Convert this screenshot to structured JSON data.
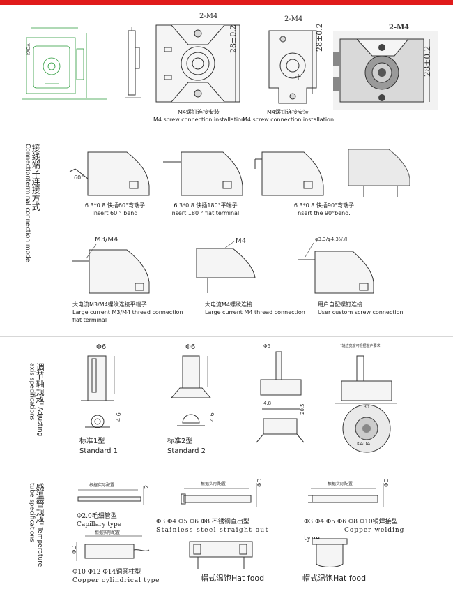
{
  "colors": {
    "top_bar": "#e01b1b",
    "drawing_lines": "#333333",
    "green_lines": "#2a9a3a"
  },
  "section1": {
    "label_2m4_a": "2-M4",
    "label_2m4_b": "2-M4",
    "label_2m4_c": "2-M4",
    "dim_a": "28±0.2",
    "dim_b": "28±0.2",
    "dim_c": "28±0.2",
    "brand": "KADA",
    "cap1_zh": "M4螺钉连接安装",
    "cap1_en": "M4 screw connection installation",
    "cap2_zh": "M4螺钉连接安装",
    "cap2_en": "M4 screw connection installation"
  },
  "section2": {
    "title_zh": "接线端子连接方式",
    "title_en": "Connectionterminal connection mode",
    "angle": "60°",
    "m3m4": "M3/M4",
    "m4": "M4",
    "hole": "φ3.3/φ4.3光孔",
    "items": [
      {
        "zh": "6.3*0.8 快插60°弯端子",
        "en": "Insert 60 ° bend"
      },
      {
        "zh": "6.3*0.8 快插180°平端子",
        "en": "Insert 180 ° flat terminal."
      },
      {
        "zh": "6.3*0.8 快插90°弯端子",
        "en": "nsert the 90°bend."
      },
      {
        "zh": "大电流M3/M4螺纹连接平端子",
        "en": "Large current M3/M4 thread connection flat terminal"
      },
      {
        "zh": "大电流M4螺纹连接",
        "en": "Large current M4 thread connection"
      },
      {
        "zh": "用户自配螺钉连接",
        "en": "User custom screw connection"
      }
    ]
  },
  "section3": {
    "title_zh": "调节轴规格",
    "title_en": "Adjusting axis specifications",
    "phi6_a": "Φ6",
    "phi6_b": "Φ6",
    "dim_46a": "4.6",
    "dim_46b": "4.6",
    "phi6_c": "Φ6",
    "dim_48": "4.8",
    "dim_205": "20.5",
    "dim_30": "30",
    "brand": "KADA",
    "note": "*轴边宽度可根据客户要求",
    "std1_zh": "标准1型",
    "std1_en": "Standard  1",
    "std2_zh": "标准2型",
    "std2_en": "Standard  2"
  },
  "section4": {
    "title_zh": "感温管规格",
    "title_en": "Temperature tube specifications",
    "len_label": "根据实际配置",
    "phi_d": "ΦD",
    "dim_2": "2",
    "cap_zh": "Φ2.0毛细管型",
    "cap_en": "Capillary type",
    "ss_zh": "Φ3 Φ4 Φ5 Φ6 Φ8 不锈钢直出型",
    "ss_en": "Stainless steel straight out",
    "cu_zh": "Φ3 Φ4 Φ5 Φ6 Φ8 Φ10铜焊接型",
    "cu_en": "Copper welding",
    "cu_en2": "type",
    "cyl_zh": "Φ10 Φ12 Φ14铜圆柱型",
    "cyl_en": "Copper cylindrical type",
    "hat1": "帽式温饱Hat food",
    "hat2": "帽式温饱Hat food"
  }
}
